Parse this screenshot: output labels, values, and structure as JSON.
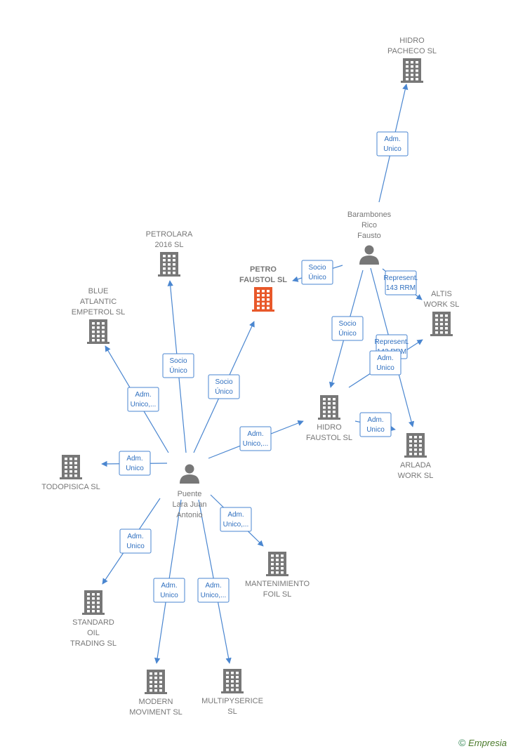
{
  "colors": {
    "edge": "#4a86d0",
    "company": "#777777",
    "main_company": "#e8582a",
    "person": "#777777"
  },
  "nodes": [
    {
      "id": "hidro_pacheco",
      "type": "company",
      "lines": [
        "HIDRO",
        "PACHECO  SL"
      ]
    },
    {
      "id": "barambones",
      "type": "person",
      "lines": [
        "Barambones",
        "Rico",
        "Fausto"
      ]
    },
    {
      "id": "petrolara",
      "type": "company",
      "lines": [
        "PETROLARA",
        "2016  SL"
      ]
    },
    {
      "id": "petro_faustol",
      "type": "company_main",
      "lines": [
        "PETRO",
        "FAUSTOL  SL"
      ]
    },
    {
      "id": "blue_atlantic",
      "type": "company",
      "lines": [
        "BLUE",
        "ATLANTIC",
        "EMPETROL  SL"
      ]
    },
    {
      "id": "altis_work",
      "type": "company",
      "lines": [
        "ALTIS",
        "WORK  SL"
      ]
    },
    {
      "id": "hidro_faustol",
      "type": "company",
      "lines": [
        "HIDRO",
        "FAUSTOL  SL"
      ]
    },
    {
      "id": "arlada_work",
      "type": "company",
      "lines": [
        "ARLADA",
        "WORK  SL"
      ]
    },
    {
      "id": "todopisica",
      "type": "company",
      "lines": [
        "TODOPISICA SL"
      ]
    },
    {
      "id": "puente",
      "type": "person",
      "lines": [
        "Puente",
        "Lara Juan",
        "Antonio"
      ]
    },
    {
      "id": "mantenimiento",
      "type": "company",
      "lines": [
        "MANTENIMIENTO",
        "FOIL  SL"
      ]
    },
    {
      "id": "standard_oil",
      "type": "company",
      "lines": [
        "STANDARD",
        "OIL",
        "TRADING  SL"
      ]
    },
    {
      "id": "modern_moviment",
      "type": "company",
      "lines": [
        "MODERN",
        "MOVIMENT  SL"
      ]
    },
    {
      "id": "multipyserice",
      "type": "company",
      "lines": [
        "MULTIPYSERICE",
        "SL"
      ]
    }
  ],
  "edges": [
    {
      "from": "barambones",
      "to": "hidro_pacheco",
      "lines": [
        "Adm.",
        "Unico"
      ]
    },
    {
      "from": "barambones",
      "to": "petro_faustol",
      "lines": [
        "Socio",
        "Único"
      ]
    },
    {
      "from": "barambones",
      "to": "altis_work",
      "lines": [
        "Represent.",
        "143 RRM"
      ]
    },
    {
      "from": "barambones",
      "to": "hidro_faustol",
      "lines": [
        "Socio",
        "Único"
      ]
    },
    {
      "from": "hidro_faustol",
      "to": "altis_work",
      "lines": [
        "Represent.",
        "143 RRM"
      ]
    },
    {
      "from": "barambones",
      "to": "arlada_work",
      "lines": [
        "Adm.",
        "Unico"
      ]
    },
    {
      "from": "hidro_faustol",
      "to": "arlada_work",
      "lines": [
        "Adm.",
        "Unico"
      ]
    },
    {
      "from": "puente",
      "to": "petrolara",
      "lines": [
        "Socio",
        "Único"
      ]
    },
    {
      "from": "puente",
      "to": "petro_faustol",
      "lines": [
        "Socio",
        "Único"
      ]
    },
    {
      "from": "puente",
      "to": "blue_atlantic",
      "lines": [
        "Adm.",
        "Unico,..."
      ]
    },
    {
      "from": "puente",
      "to": "hidro_faustol",
      "lines": [
        "Adm.",
        "Unico,..."
      ]
    },
    {
      "from": "puente",
      "to": "todopisica",
      "lines": [
        "Adm.",
        "Unico"
      ]
    },
    {
      "from": "puente",
      "to": "mantenimiento",
      "lines": [
        "Adm.",
        "Unico,..."
      ]
    },
    {
      "from": "puente",
      "to": "standard_oil",
      "lines": [
        "Adm.",
        "Unico"
      ]
    },
    {
      "from": "puente",
      "to": "modern_moviment",
      "lines": [
        "Adm.",
        "Unico"
      ]
    },
    {
      "from": "puente",
      "to": "multipyserice",
      "lines": [
        "Adm.",
        "Unico,..."
      ]
    }
  ],
  "footer": {
    "copyright_symbol": "©",
    "brand": "Empresia"
  }
}
